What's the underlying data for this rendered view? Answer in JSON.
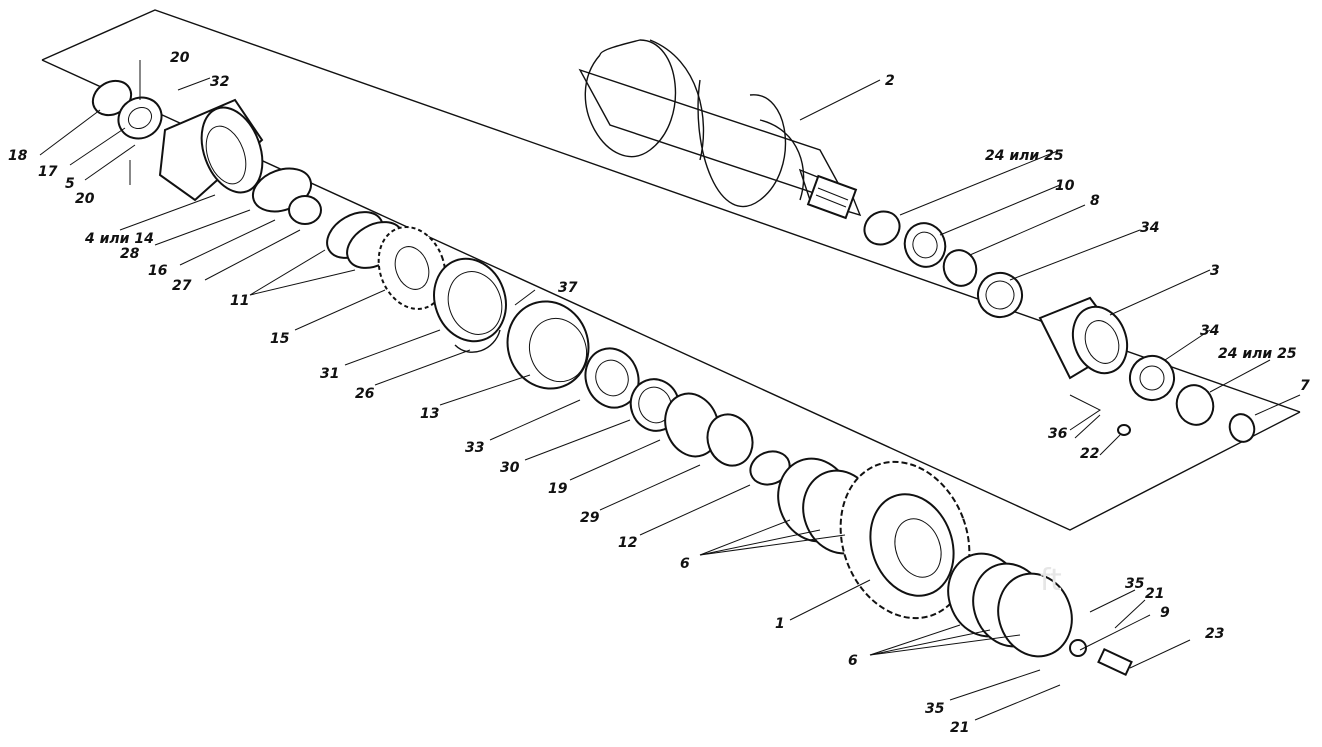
{
  "diagram": {
    "watermark": "ft",
    "labels": {
      "l20a": "20",
      "l32": "32",
      "l18": "18",
      "l17": "17",
      "l5": "5",
      "l20b": "20",
      "l4_14": "4 или 14",
      "l28": "28",
      "l16": "16",
      "l27": "27",
      "l11": "11",
      "l15": "15",
      "l31": "31",
      "l26": "26",
      "l13": "13",
      "l33": "33",
      "l30": "30",
      "l19": "19",
      "l29": "29",
      "l12": "12",
      "l6a": "6",
      "l1": "1",
      "l6b": "6",
      "l37": "37",
      "l2": "2",
      "l24_25a": "24 или 25",
      "l10": "10",
      "l8": "8",
      "l34a": "34",
      "l3": "3",
      "l34b": "34",
      "l24_25b": "24 или 25",
      "l7": "7",
      "l36": "36",
      "l22": "22",
      "l35a": "35",
      "l21a": "21",
      "l9": "9",
      "l23": "23",
      "l35b": "35",
      "l21b": "21"
    }
  }
}
